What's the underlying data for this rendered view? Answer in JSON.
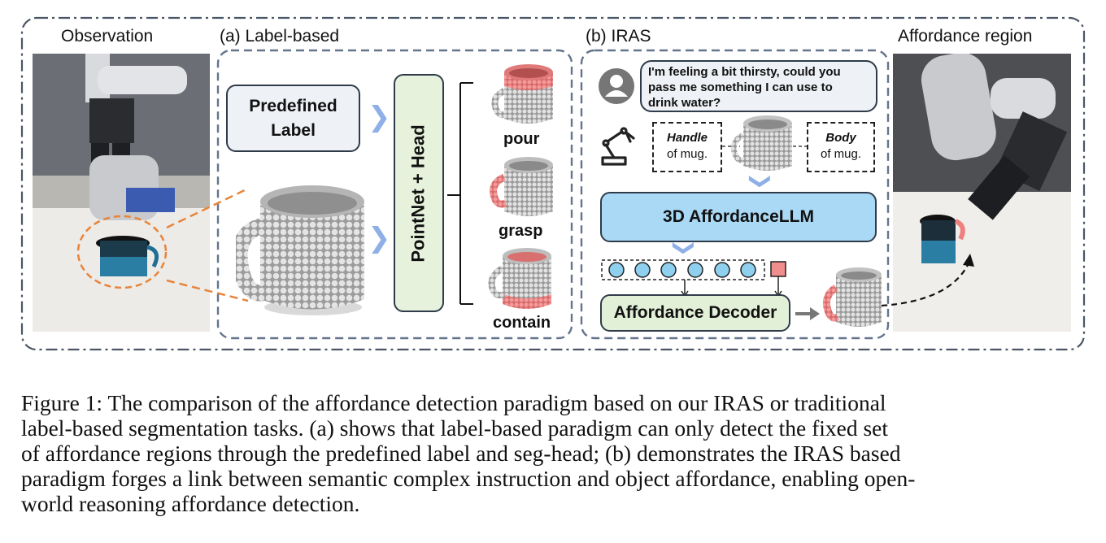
{
  "headers": {
    "observation": "Observation",
    "label_based": "(a) Label-based",
    "iras": "(b) IRAS",
    "affordance_region": "Affordance region"
  },
  "label_based": {
    "predefined_label": [
      "Predefined",
      "Label"
    ],
    "pointnet_head": "PointNet + Head",
    "outputs": [
      "pour",
      "grasp",
      "contain"
    ]
  },
  "iras": {
    "instruction": [
      "I'm feeling a bit thirsty, could you",
      "pass me something I can use to",
      "drink water?"
    ],
    "handle_box": {
      "bold": "Handle",
      "rest": "of mug."
    },
    "body_box": {
      "bold": "Body",
      "rest": "of mug."
    },
    "llm_label": "3D AffordanceLLM",
    "decoder_label": "Affordance Decoder",
    "token_count": 6
  },
  "colors": {
    "panel_border": "#5a6b7f",
    "label_box_fill": "#eef1f6",
    "pointnet_fill": "#e6f2dc",
    "llm_fill": "#a9d9f5",
    "decoder_fill": "#e3f0d8",
    "mug_highlight": "#f07f7f",
    "token_fill": "#8fd0ef",
    "seg_token_fill": "#f08d8d",
    "arrow_orange": "#e8843a",
    "chevron_blue": "#8fb0e6"
  },
  "caption": [
    "Figure 1:   The comparison of the affordance detection paradigm based on our IRAS or traditional",
    "label-based segmentation tasks. (a) shows that label-based paradigm can only detect the fixed set",
    "of affordance regions through the predefined label and seg-head; (b) demonstrates the IRAS based",
    "paradigm forges a link between semantic complex instruction and object affordance, enabling open-",
    "world reasoning affordance detection."
  ]
}
